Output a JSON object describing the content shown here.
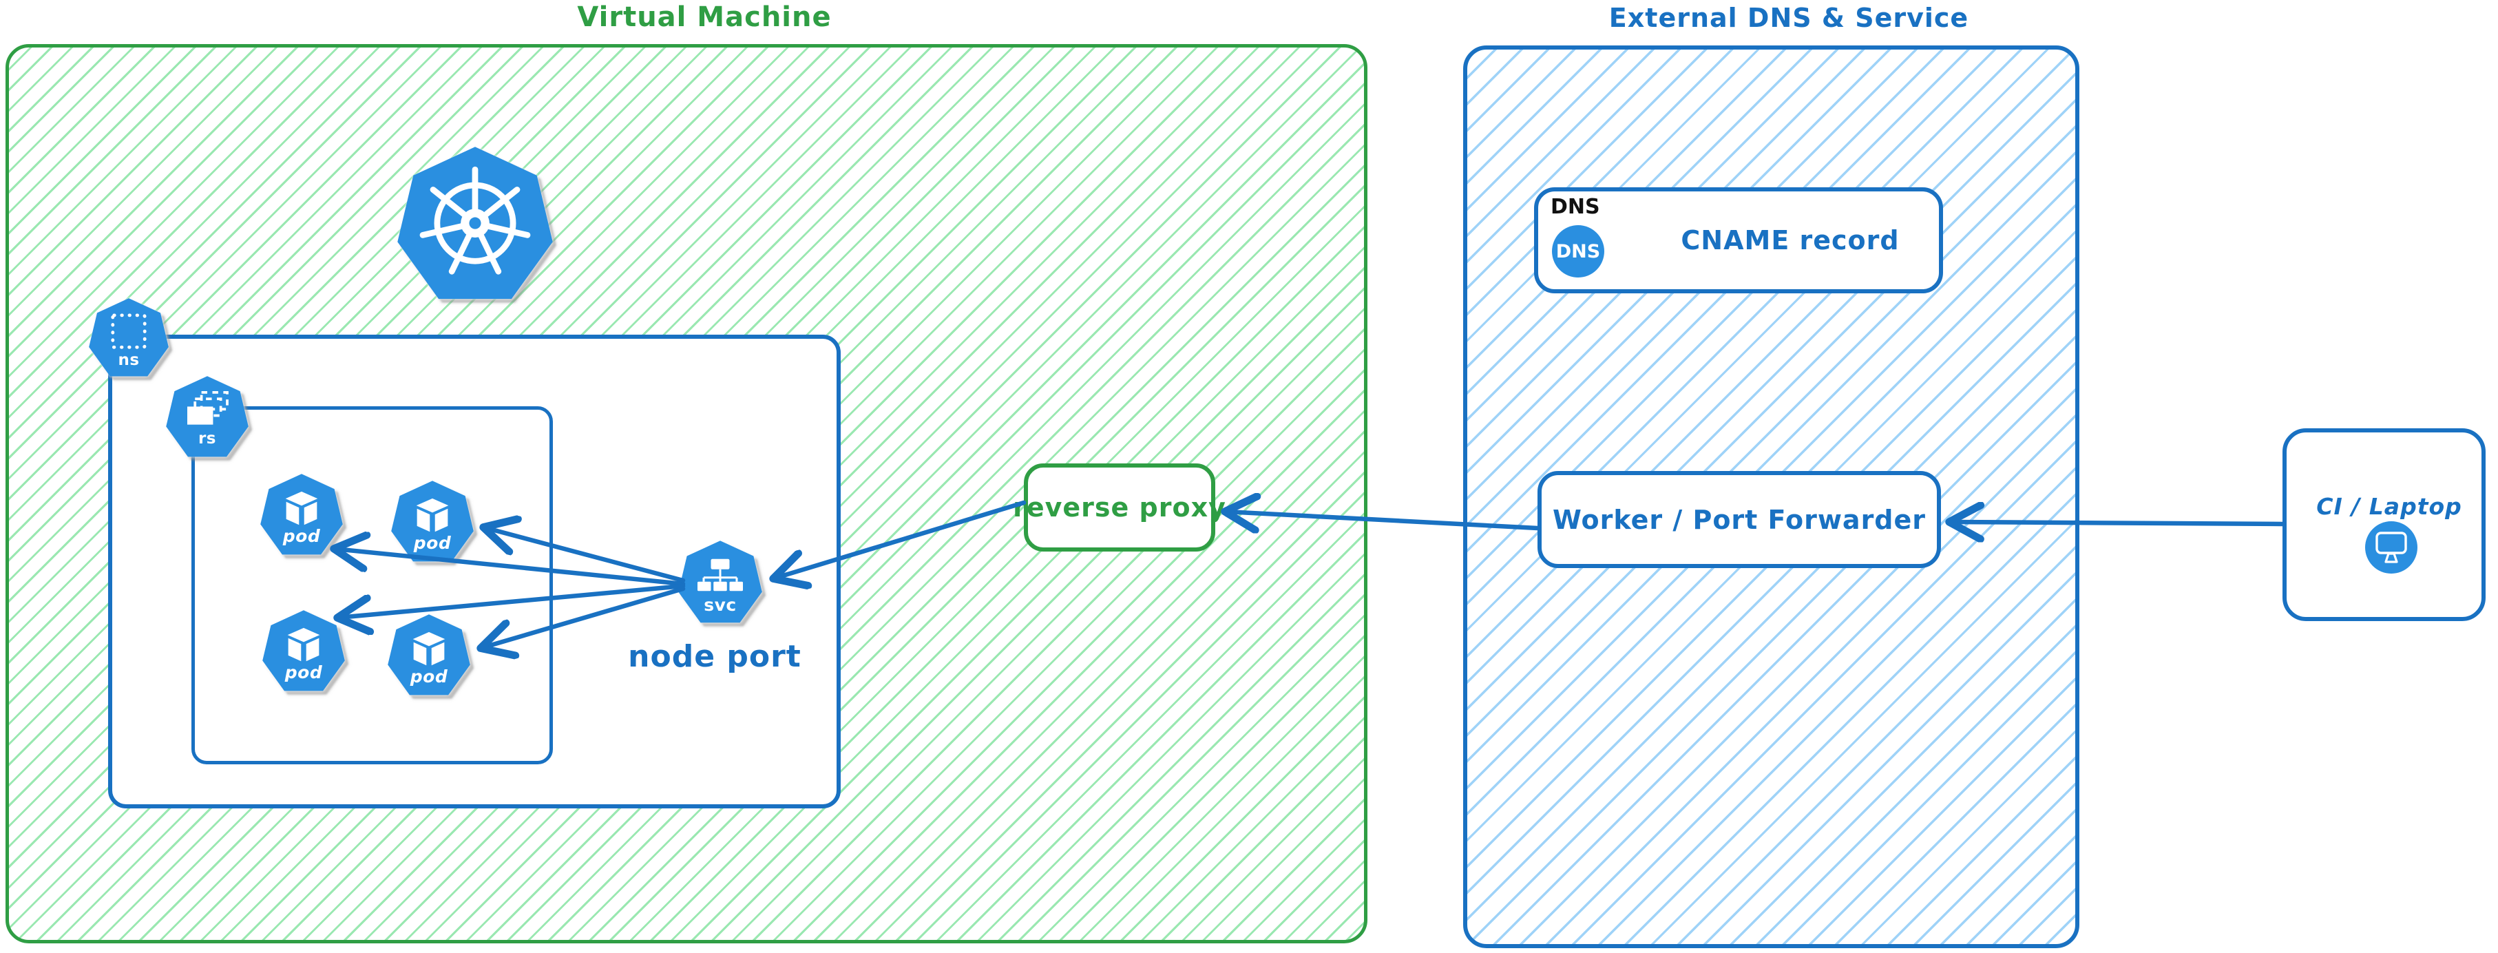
{
  "titles": {
    "vm": "Virtual Machine",
    "external": "External DNS & Service"
  },
  "nodes": {
    "reverse_proxy": "reverse proxy",
    "node_port": "node port",
    "dns_tag": "DNS",
    "dns_badge": "DNS",
    "cname": "CNAME record",
    "worker": "Worker / Port Forwarder",
    "ci": "CI / Laptop"
  },
  "icon_labels": {
    "ns": "ns",
    "rs": "rs",
    "svc": "svc",
    "pod": "pod"
  },
  "icons": {
    "kubernetes": "kubernetes-logo",
    "namespace": "ns-heptagon",
    "replicaset": "rs-heptagon",
    "pod": "pod-heptagon",
    "service": "svc-heptagon",
    "dns": "dns-circle",
    "laptop": "monitor-circle"
  },
  "connections": [
    {
      "from": "ci-laptop",
      "to": "worker-port-forwarder"
    },
    {
      "from": "worker-port-forwarder",
      "to": "reverse-proxy"
    },
    {
      "from": "reverse-proxy",
      "to": "node-port-svc"
    },
    {
      "from": "node-port-svc",
      "to": "pod-1"
    },
    {
      "from": "node-port-svc",
      "to": "pod-2"
    },
    {
      "from": "node-port-svc",
      "to": "pod-3"
    },
    {
      "from": "node-port-svc",
      "to": "pod-4"
    }
  ],
  "colors": {
    "green_stroke": "#2f9e44",
    "green_hatch": "#9ae8b1",
    "blue_stroke": "#1971c2",
    "blue_hatch": "#9fd3f8",
    "icon_blue": "#2a8fe0",
    "dns_tag_color": "#111111",
    "background": "#ffffff"
  }
}
